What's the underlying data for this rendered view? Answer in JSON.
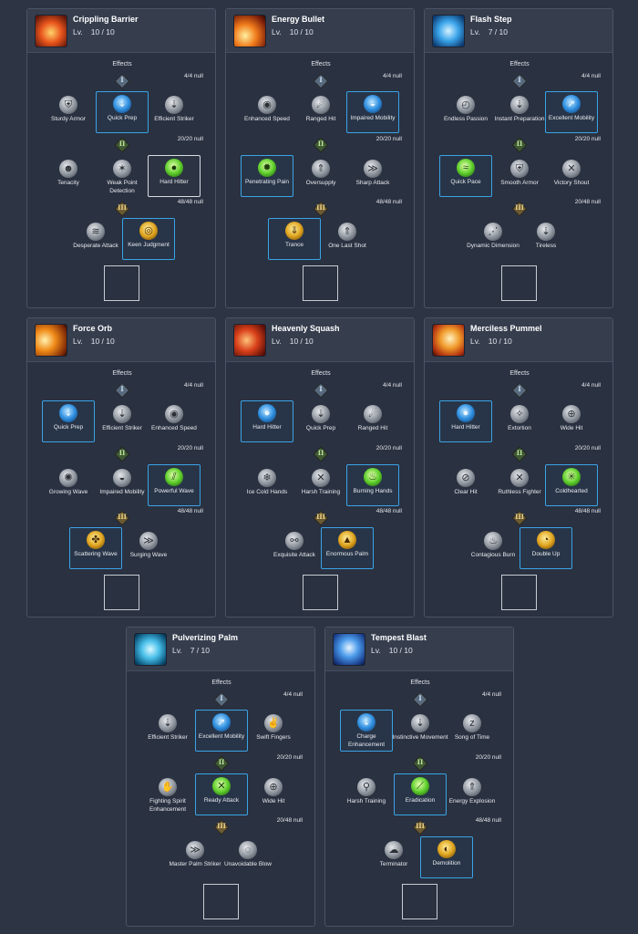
{
  "common": {
    "effects_label": "Effects",
    "lv_label": "Lv.",
    "tiers": [
      "I",
      "II",
      "III"
    ]
  },
  "cards": [
    {
      "name": "Crippling Barrier",
      "level": "10 / 10",
      "icon": "barrier-skill-icon",
      "counts": [
        "4/4 null",
        "20/20 null",
        "48/48 null"
      ],
      "tier1": [
        {
          "label": "Sturdy Armor",
          "icon": "armor-icon"
        },
        {
          "label": "Quick Prep",
          "icon": "quick-prep-icon"
        },
        {
          "label": "Efficient Striker",
          "icon": "efficient-striker-icon"
        }
      ],
      "tier2": [
        {
          "label": "Tenacity",
          "icon": "tenacity-icon"
        },
        {
          "label": "Weak Point Detection",
          "icon": "weak-point-icon"
        },
        {
          "label": "Hard Hitter",
          "icon": "hard-hitter-icon"
        }
      ],
      "tier3": [
        {
          "label": "Desperate Attack",
          "icon": "desperate-attack-icon"
        },
        {
          "label": "Keen Judgment",
          "icon": "keen-judgment-icon"
        }
      ]
    },
    {
      "name": "Energy Bullet",
      "level": "10 / 10",
      "icon": "energy-bullet-skill-icon",
      "counts": [
        "4/4 null",
        "20/20 null",
        "48/48 null"
      ],
      "tier1": [
        {
          "label": "Enhanced Speed",
          "icon": "enhanced-speed-icon"
        },
        {
          "label": "Ranged Hit",
          "icon": "ranged-hit-icon"
        },
        {
          "label": "Impaired Mobility",
          "icon": "impaired-mobility-icon"
        }
      ],
      "tier2": [
        {
          "label": "Penetrating Pain",
          "icon": "penetrating-pain-icon"
        },
        {
          "label": "Oversupply",
          "icon": "oversupply-icon"
        },
        {
          "label": "Sharp Attack",
          "icon": "sharp-attack-icon"
        }
      ],
      "tier3": [
        {
          "label": "Trance",
          "icon": "trance-icon"
        },
        {
          "label": "One Last Shot",
          "icon": "one-last-shot-icon"
        }
      ]
    },
    {
      "name": "Flash Step",
      "level": "7 / 10",
      "icon": "flash-step-skill-icon",
      "counts": [
        "4/4 null",
        "20/20 null",
        "20/48 null"
      ],
      "tier1": [
        {
          "label": "Endless Passion",
          "icon": "endless-passion-icon"
        },
        {
          "label": "Instant Preparation",
          "icon": "instant-preparation-icon"
        },
        {
          "label": "Excellent Mobility",
          "icon": "excellent-mobility-icon"
        }
      ],
      "tier2": [
        {
          "label": "Quick Pace",
          "icon": "quick-pace-icon"
        },
        {
          "label": "Smooth Armor",
          "icon": "smooth-armor-icon"
        },
        {
          "label": "Victory Shout",
          "icon": "victory-shout-icon"
        }
      ],
      "tier3": [
        {
          "label": "Dynamic Dimension",
          "icon": "dynamic-dimension-icon"
        },
        {
          "label": "Tireless",
          "icon": "tireless-icon"
        }
      ]
    },
    {
      "name": "Force Orb",
      "level": "10 / 10",
      "icon": "force-orb-skill-icon",
      "counts": [
        "4/4 null",
        "20/20 null",
        "48/48 null"
      ],
      "tier1": [
        {
          "label": "Quick Prep",
          "icon": "quick-prep-icon"
        },
        {
          "label": "Efficient Striker",
          "icon": "efficient-striker-icon"
        },
        {
          "label": "Enhanced Speed",
          "icon": "enhanced-speed-icon"
        }
      ],
      "tier2": [
        {
          "label": "Growing Wave",
          "icon": "growing-wave-icon"
        },
        {
          "label": "Impaired Mobility",
          "icon": "impaired-mobility-icon"
        },
        {
          "label": "Powerful Wave",
          "icon": "powerful-wave-icon"
        }
      ],
      "tier3": [
        {
          "label": "Scattering Wave",
          "icon": "scattering-wave-icon"
        },
        {
          "label": "Surging Wave",
          "icon": "surging-wave-icon"
        }
      ]
    },
    {
      "name": "Heavenly Squash",
      "level": "10 / 10",
      "icon": "heavenly-squash-skill-icon",
      "counts": [
        "4/4 null",
        "20/20 null",
        "48/48 null"
      ],
      "tier1": [
        {
          "label": "Hard Hitter",
          "icon": "hard-hitter-icon"
        },
        {
          "label": "Quick Prep",
          "icon": "quick-prep-icon"
        },
        {
          "label": "Ranged Hit",
          "icon": "ranged-hit-icon"
        }
      ],
      "tier2": [
        {
          "label": "Ice Cold Hands",
          "icon": "ice-cold-hands-icon"
        },
        {
          "label": "Harsh Training",
          "icon": "harsh-training-icon"
        },
        {
          "label": "Burning Hands",
          "icon": "burning-hands-icon"
        }
      ],
      "tier3": [
        {
          "label": "Exquisite Attack",
          "icon": "exquisite-attack-icon"
        },
        {
          "label": "Enormous Palm",
          "icon": "enormous-palm-icon"
        }
      ]
    },
    {
      "name": "Merciless Pummel",
      "level": "10 / 10",
      "icon": "merciless-pummel-skill-icon",
      "counts": [
        "4/4 null",
        "20/20 null",
        "48/48 null"
      ],
      "tier1": [
        {
          "label": "Hard Hitter",
          "icon": "hard-hitter-icon"
        },
        {
          "label": "Extortion",
          "icon": "extortion-icon"
        },
        {
          "label": "Wide Hit",
          "icon": "wide-hit-icon"
        }
      ],
      "tier2": [
        {
          "label": "Clear Hit",
          "icon": "clear-hit-icon"
        },
        {
          "label": "Ruthless Fighter",
          "icon": "ruthless-fighter-icon"
        },
        {
          "label": "Coldhearted",
          "icon": "coldhearted-icon"
        }
      ],
      "tier3": [
        {
          "label": "Contagious Burn",
          "icon": "contagious-burn-icon"
        },
        {
          "label": "Double Up",
          "icon": "double-up-icon"
        }
      ]
    },
    {
      "name": "Pulverizing Palm",
      "level": "7 / 10",
      "icon": "pulverizing-palm-skill-icon",
      "counts": [
        "4/4 null",
        "20/20 null",
        "20/48 null"
      ],
      "tier1": [
        {
          "label": "Efficient Striker",
          "icon": "efficient-striker-icon"
        },
        {
          "label": "Excellent Mobility",
          "icon": "excellent-mobility-icon"
        },
        {
          "label": "Swift Fingers",
          "icon": "swift-fingers-icon"
        }
      ],
      "tier2": [
        {
          "label": "Fighting Spirit Enhancement",
          "icon": "fighting-spirit-icon"
        },
        {
          "label": "Ready Attack",
          "icon": "ready-attack-icon"
        },
        {
          "label": "Wide Hit",
          "icon": "wide-hit-icon"
        }
      ],
      "tier3": [
        {
          "label": "Master Palm Striker",
          "icon": "master-palm-striker-icon"
        },
        {
          "label": "Unavoidable Blow",
          "icon": "unavoidable-blow-icon"
        }
      ]
    },
    {
      "name": "Tempest Blast",
      "level": "10 / 10",
      "icon": "tempest-blast-skill-icon",
      "counts": [
        "4/4 null",
        "20/20 null",
        "48/48 null"
      ],
      "tier1": [
        {
          "label": "Charge Enhancement",
          "icon": "charge-enhancement-icon"
        },
        {
          "label": "Instinctive Movement",
          "icon": "instinctive-movement-icon"
        },
        {
          "label": "Song of Time",
          "icon": "song-of-time-icon"
        }
      ],
      "tier2": [
        {
          "label": "Harsh Training",
          "icon": "harsh-training-icon"
        },
        {
          "label": "Eradication",
          "icon": "eradication-icon"
        },
        {
          "label": "Energy Explosion",
          "icon": "energy-explosion-icon"
        }
      ],
      "tier3": [
        {
          "label": "Terminator",
          "icon": "terminator-icon"
        },
        {
          "label": "Demolition",
          "icon": "demolition-icon"
        }
      ]
    }
  ]
}
